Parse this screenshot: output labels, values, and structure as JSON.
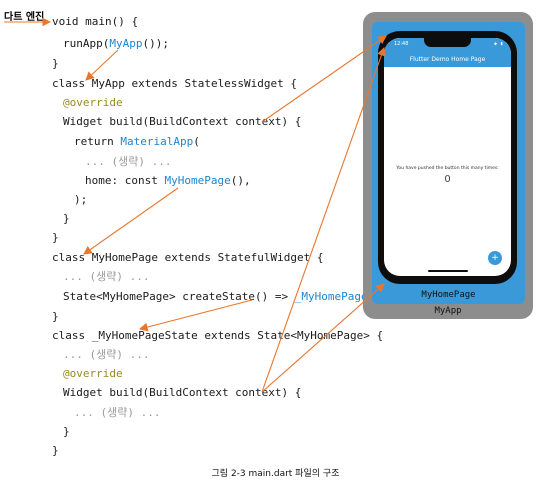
{
  "engine_label": "다트 엔진",
  "code": {
    "l1": "void main() {",
    "l2_pre": "runApp(",
    "l2_cls": "MyApp",
    "l2_post": "());",
    "l3": "}",
    "l4": "class MyApp extends StatelessWidget {",
    "l5": "@override",
    "l6": "Widget build(BuildContext context) {",
    "l7_pre": "return ",
    "l7_cls": "MaterialApp",
    "l7_post": "(",
    "l8": "... (생략) ...",
    "l9_pre": "home: const ",
    "l9_cls": "MyHomePage",
    "l9_post": "(),",
    "l10": ");",
    "l11": "}",
    "l12": "}",
    "l13": "class MyHomePage extends StatefulWidget {",
    "l14": "... (생략) ...",
    "l15_pre": "State<MyHomePage> createState() => ",
    "l15_cls": "_MyHomePageState",
    "l15_post": "();",
    "l16": "}",
    "l17": "class _MyHomePageState extends State<MyHomePage> {",
    "l18": "... (생략) ...",
    "l19": "@override",
    "l20": "Widget build(BuildContext context) {",
    "l21": "... (생략) ...",
    "l22": "}",
    "l23": "}"
  },
  "phone": {
    "time": "12:48",
    "status_icons": "◆ ▮",
    "appbar_title": "Flutter Demo Home Page",
    "body_text": "You have pushed the button this many times:",
    "counter": "0",
    "fab_icon": "+",
    "fab_icon_name": "plus-icon"
  },
  "labels": {
    "home_page": "MyHomePage",
    "app": "MyApp"
  },
  "caption": "그림 2-3 main.dart 파일의 구조",
  "colors": {
    "arrow": "#e8772e",
    "class_name": "#1a86d0",
    "annotation": "#9a8a20",
    "myapp_frame": "#3a9ad9",
    "outer_frame": "#8d8d8d"
  }
}
